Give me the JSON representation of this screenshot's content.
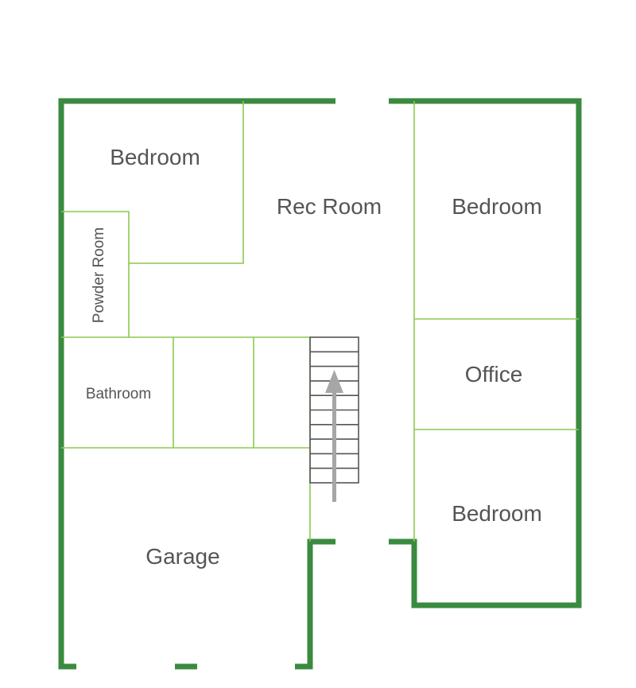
{
  "rooms": {
    "bedroom_top_left": "Bedroom",
    "rec_room": "Rec Room",
    "bedroom_right_top": "Bedroom",
    "powder_room": "Powder Room",
    "bathroom": "Bathroom",
    "office": "Office",
    "bedroom_right_bottom": "Bedroom",
    "garage": "Garage"
  },
  "colors": {
    "exterior_wall": "#3a8a3f",
    "interior_partition": "#8cc94f",
    "stairs": "#555555",
    "stair_arrow": "#a6a6a6",
    "label_text": "#555555"
  },
  "stairs": {
    "direction": "up",
    "treads": 10
  }
}
